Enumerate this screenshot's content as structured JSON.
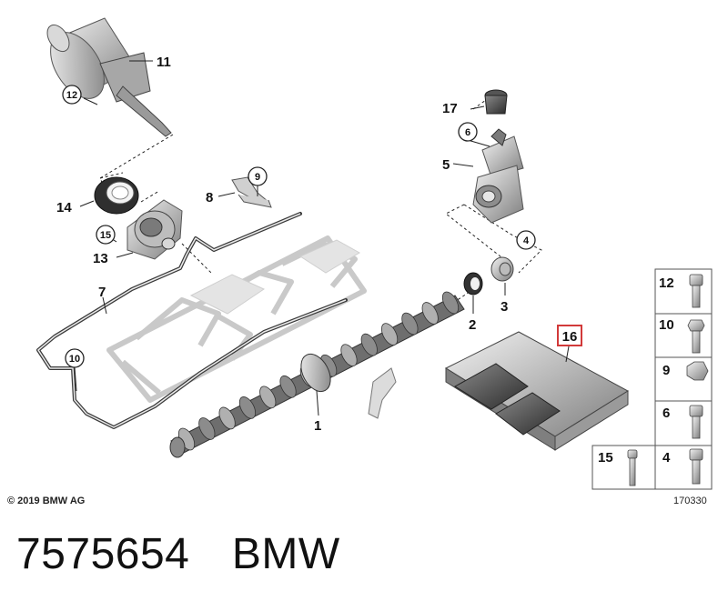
{
  "callouts": {
    "c1": "1",
    "c2": "2",
    "c3": "3",
    "c4": "4",
    "c5": "5",
    "c6": "6",
    "c7": "7",
    "c8": "8",
    "c9": "9",
    "c10": "10",
    "c11": "11",
    "c12": "12",
    "c13": "13",
    "c14": "14",
    "c15": "15",
    "c16": "16",
    "c17": "17"
  },
  "fastener_table": {
    "rows": [
      {
        "label": "12"
      },
      {
        "label": "10"
      },
      {
        "label": "9"
      },
      {
        "label": "6"
      },
      {
        "label": "4"
      }
    ],
    "extra": {
      "label": "15"
    }
  },
  "copyright": "© 2019 BMW AG",
  "diagram_number": "170330",
  "part_number": "7575654",
  "brand": "BMW",
  "colors": {
    "highlight_box": "#d23a3a",
    "line": "#222222",
    "ghost": "#c8c8c8"
  }
}
